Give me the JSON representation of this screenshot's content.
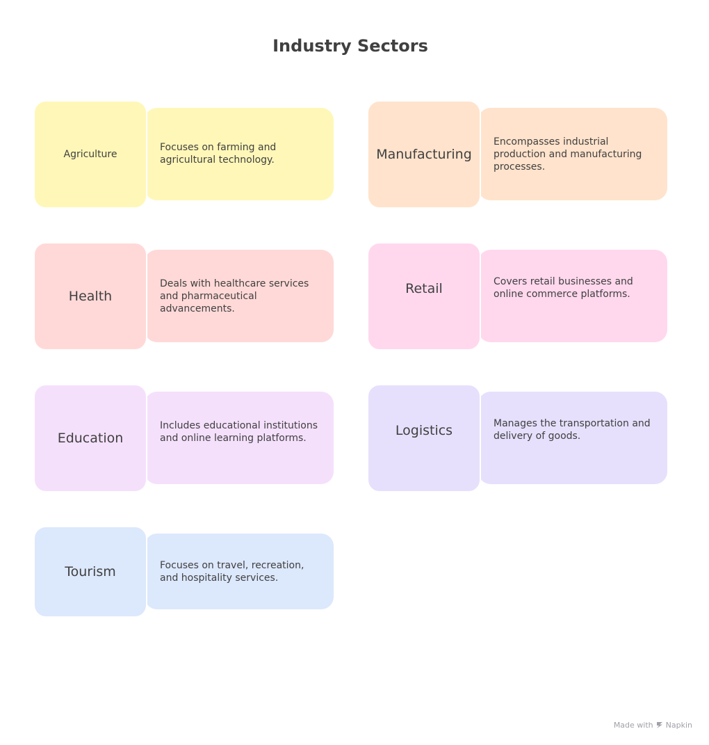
{
  "title": "Industry Sectors",
  "sectors": [
    {
      "name": "Agriculture",
      "description": "Focuses on farming and agricultural technology.",
      "color": "#FFF7B8"
    },
    {
      "name": "Manufacturing",
      "description": "Encompasses industrial production and manufacturing processes.",
      "color": "#FFE3CC"
    },
    {
      "name": "Health",
      "description": "Deals with healthcare services and pharmaceutical advancements.",
      "color": "#FFD9D8"
    },
    {
      "name": "Retail",
      "description": "Covers retail businesses and online commerce platforms.",
      "color": "#FFD8EE"
    },
    {
      "name": "Education",
      "description": "Includes educational institutions and online learning platforms.",
      "color": "#F5E0FC"
    },
    {
      "name": "Logistics",
      "description": "Manages the transportation and delivery of goods.",
      "color": "#E6E0FD"
    },
    {
      "name": "Tourism",
      "description": "Focuses on travel, recreation, and hospitality services.",
      "color": "#DCE8FC"
    }
  ],
  "footer": {
    "prefix": "Made with",
    "brand": "Napkin"
  }
}
